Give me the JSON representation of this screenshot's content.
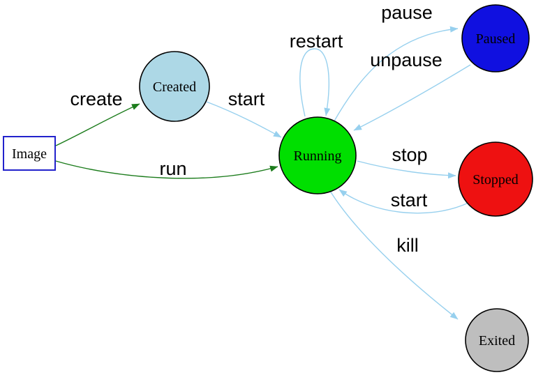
{
  "diagram": {
    "type": "state-machine",
    "description": "Container lifecycle state diagram"
  },
  "colors": {
    "background": "#ffffff",
    "edge_blue": "#97d0ee",
    "edge_green": "#1c7c1c",
    "node_border": "#000000",
    "image_border": "#2222cc",
    "label_text": "#000000"
  },
  "nodes": {
    "image": {
      "label": "Image",
      "shape": "rectangle",
      "fill": "#ffffff",
      "border": "#2222cc"
    },
    "created": {
      "label": "Created",
      "shape": "circle",
      "fill": "#add8e6"
    },
    "running": {
      "label": "Running",
      "shape": "circle",
      "fill": "#00df00"
    },
    "paused": {
      "label": "Paused",
      "shape": "circle",
      "fill": "#1010e0"
    },
    "stopped": {
      "label": "Stopped",
      "shape": "circle",
      "fill": "#ee1111"
    },
    "exited": {
      "label": "Exited",
      "shape": "circle",
      "fill": "#bebebe"
    }
  },
  "edges": {
    "create": {
      "label": "create",
      "from": "Image",
      "to": "Created",
      "color": "green"
    },
    "run": {
      "label": "run",
      "from": "Image",
      "to": "Running",
      "color": "green"
    },
    "start": {
      "label": "start",
      "from": "Created",
      "to": "Running",
      "color": "blue"
    },
    "restart": {
      "label": "restart",
      "from": "Running",
      "to": "Running",
      "color": "blue"
    },
    "pause": {
      "label": "pause",
      "from": "Running",
      "to": "Paused",
      "color": "blue"
    },
    "unpause": {
      "label": "unpause",
      "from": "Paused",
      "to": "Running",
      "color": "blue"
    },
    "stop": {
      "label": "stop",
      "from": "Running",
      "to": "Stopped",
      "color": "blue"
    },
    "start_return": {
      "label": "start",
      "from": "Stopped",
      "to": "Running",
      "color": "blue"
    },
    "kill": {
      "label": "kill",
      "from": "Running",
      "to": "Exited",
      "color": "blue"
    }
  }
}
